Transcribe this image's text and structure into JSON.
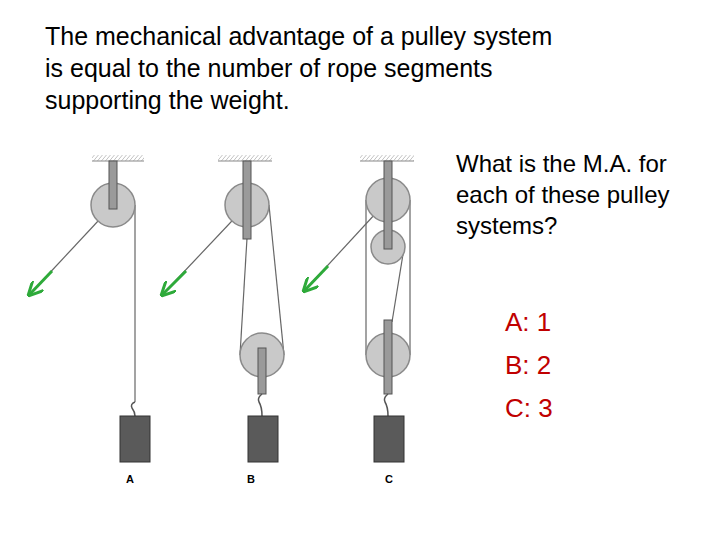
{
  "diagram": {
    "title": "The mechanical advantage of a pulley system is equal to the number of rope segments supporting the weight.",
    "labels": [
      "What is the M.A. for each of these pulley systems?",
      "A: 1",
      "B: 2",
      "C: 3",
      "A",
      "B",
      "C"
    ]
  }
}
